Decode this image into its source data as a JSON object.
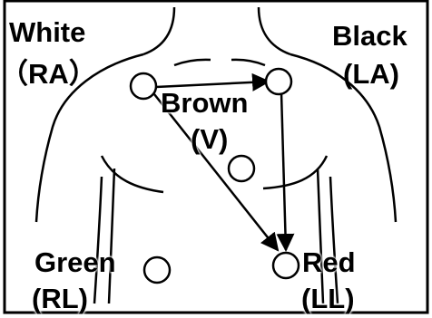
{
  "colors": {
    "stroke": "#000000",
    "background": "#ffffff",
    "text": "#000000"
  },
  "labels": {
    "white": "White",
    "ra": "（RA）",
    "black": "Black",
    "la": "(LA)",
    "brown": "Brown",
    "v": "(V)",
    "green": "Green",
    "rl": "(RL)",
    "red": "Red",
    "ll": "(LL)"
  }
}
